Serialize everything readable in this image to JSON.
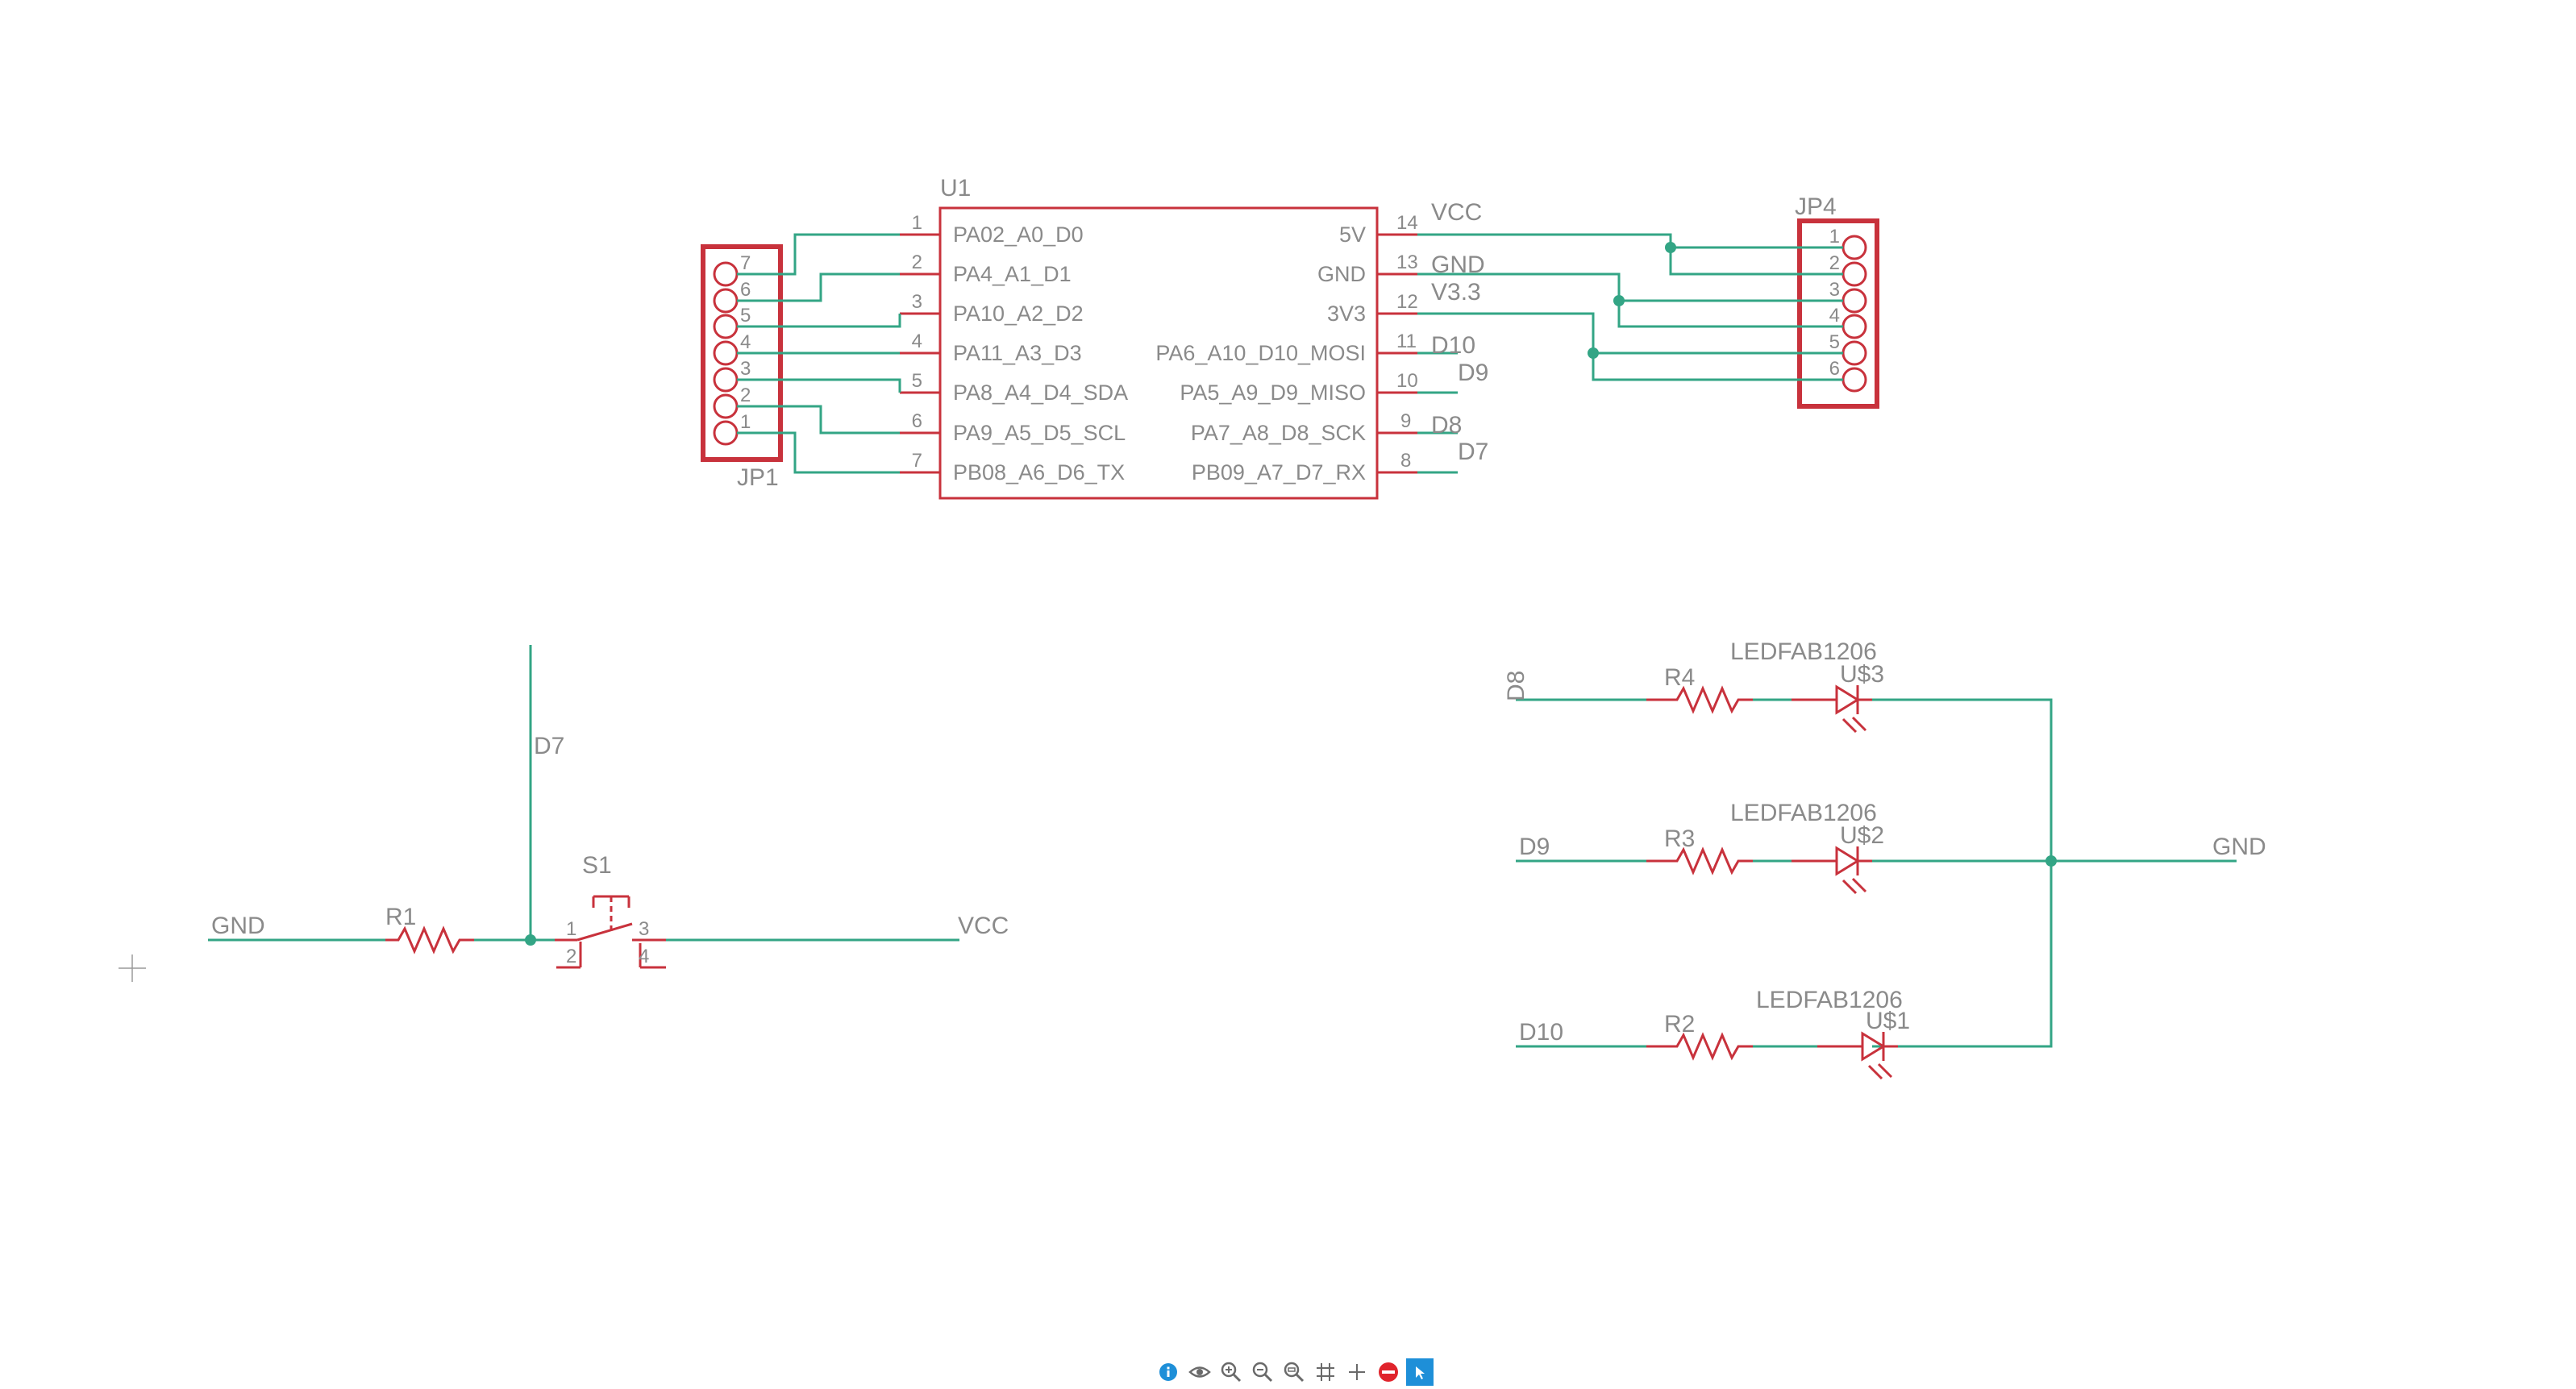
{
  "components": {
    "u1": {
      "ref": "U1",
      "left_pins": [
        {
          "num": "1",
          "name": "PA02_A0_D0"
        },
        {
          "num": "2",
          "name": "PA4_A1_D1"
        },
        {
          "num": "3",
          "name": "PA10_A2_D2"
        },
        {
          "num": "4",
          "name": "PA11_A3_D3"
        },
        {
          "num": "5",
          "name": "PA8_A4_D4_SDA"
        },
        {
          "num": "6",
          "name": "PA9_A5_D5_SCL"
        },
        {
          "num": "7",
          "name": "PB08_A6_D6_TX"
        }
      ],
      "right_pins": [
        {
          "num": "14",
          "name": "5V",
          "net": "VCC"
        },
        {
          "num": "13",
          "name": "GND",
          "net": "GND"
        },
        {
          "num": "12",
          "name": "3V3",
          "net": "V3.3"
        },
        {
          "num": "11",
          "name": "PA6_A10_D10_MOSI",
          "net": "D10"
        },
        {
          "num": "10",
          "name": "PA5_A9_D9_MISO",
          "net": "D9"
        },
        {
          "num": "9",
          "name": "PA7_A8_D8_SCK",
          "net": "D8"
        },
        {
          "num": "8",
          "name": "PB09_A7_D7_RX",
          "net": "D7"
        }
      ]
    },
    "jp1": {
      "ref": "JP1",
      "pins": [
        "7",
        "6",
        "5",
        "4",
        "3",
        "2",
        "1"
      ]
    },
    "jp4": {
      "ref": "JP4",
      "pins": [
        "1",
        "2",
        "3",
        "4",
        "5",
        "6"
      ]
    },
    "r1": {
      "ref": "R1"
    },
    "r2": {
      "ref": "R2"
    },
    "r3": {
      "ref": "R3"
    },
    "r4": {
      "ref": "R4"
    },
    "s1": {
      "ref": "S1",
      "pins": [
        "1",
        "2",
        "3",
        "4"
      ]
    },
    "led_u3": {
      "value": "LEDFAB1206",
      "ref": "U$3"
    },
    "led_u2": {
      "value": "LEDFAB1206",
      "ref": "U$2"
    },
    "led_u1": {
      "value": "LEDFAB1206",
      "ref": "U$1"
    }
  },
  "nets": {
    "gnd_button": "GND",
    "vcc_button": "VCC",
    "d7_button": "D7",
    "d8_led": "D8",
    "d9_led": "D9",
    "d10_led": "D10",
    "gnd_led": "GND"
  },
  "toolbar": [
    {
      "icon": "info-icon",
      "color": "#1e8fd8"
    },
    {
      "icon": "eye-icon",
      "color": "#6a6a6a"
    },
    {
      "icon": "zoom-in-icon",
      "color": "#6a6a6a"
    },
    {
      "icon": "zoom-out-icon",
      "color": "#6a6a6a"
    },
    {
      "icon": "zoom-fit-icon",
      "color": "#6a6a6a"
    },
    {
      "icon": "grid-icon",
      "color": "#6a6a6a"
    },
    {
      "icon": "add-icon",
      "color": "#6a6a6a"
    },
    {
      "icon": "stop-icon",
      "color": "#e0242c"
    },
    {
      "icon": "cursor-icon",
      "color": "#1e8fd8"
    }
  ]
}
